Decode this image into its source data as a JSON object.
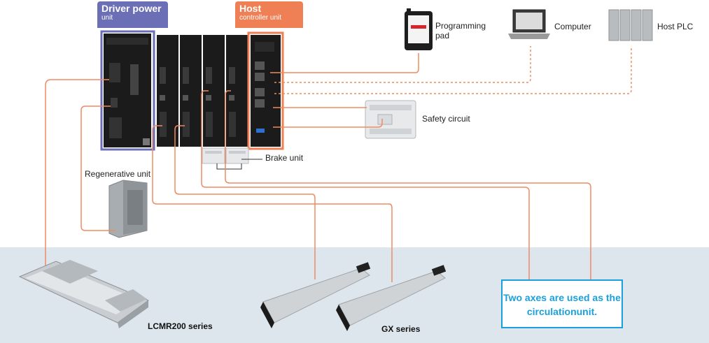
{
  "tags": {
    "driver_power": {
      "title": "Driver power",
      "sub": "unit",
      "color": "#6b6fb5"
    },
    "host_controller": {
      "title": "Host",
      "sub": "controller unit",
      "color": "#ef7f55"
    }
  },
  "labels": {
    "programming_pad": "Programming pad",
    "computer": "Computer",
    "host_plc": "Host PLC",
    "safety_circuit": "Safety circuit",
    "brake_unit": "Brake unit",
    "regenerative_unit": "Regenerative unit",
    "lcmr200": "LCMR200 series",
    "gx": "GX series"
  },
  "note": {
    "text": "Two axes are used as the circulationunit.",
    "color": "#1aa0dc"
  },
  "colors": {
    "wire": "#f08a63",
    "dashed_wire": "#f08a63",
    "floor": "#dde6ec",
    "unit_body": "#1b1b1b"
  }
}
